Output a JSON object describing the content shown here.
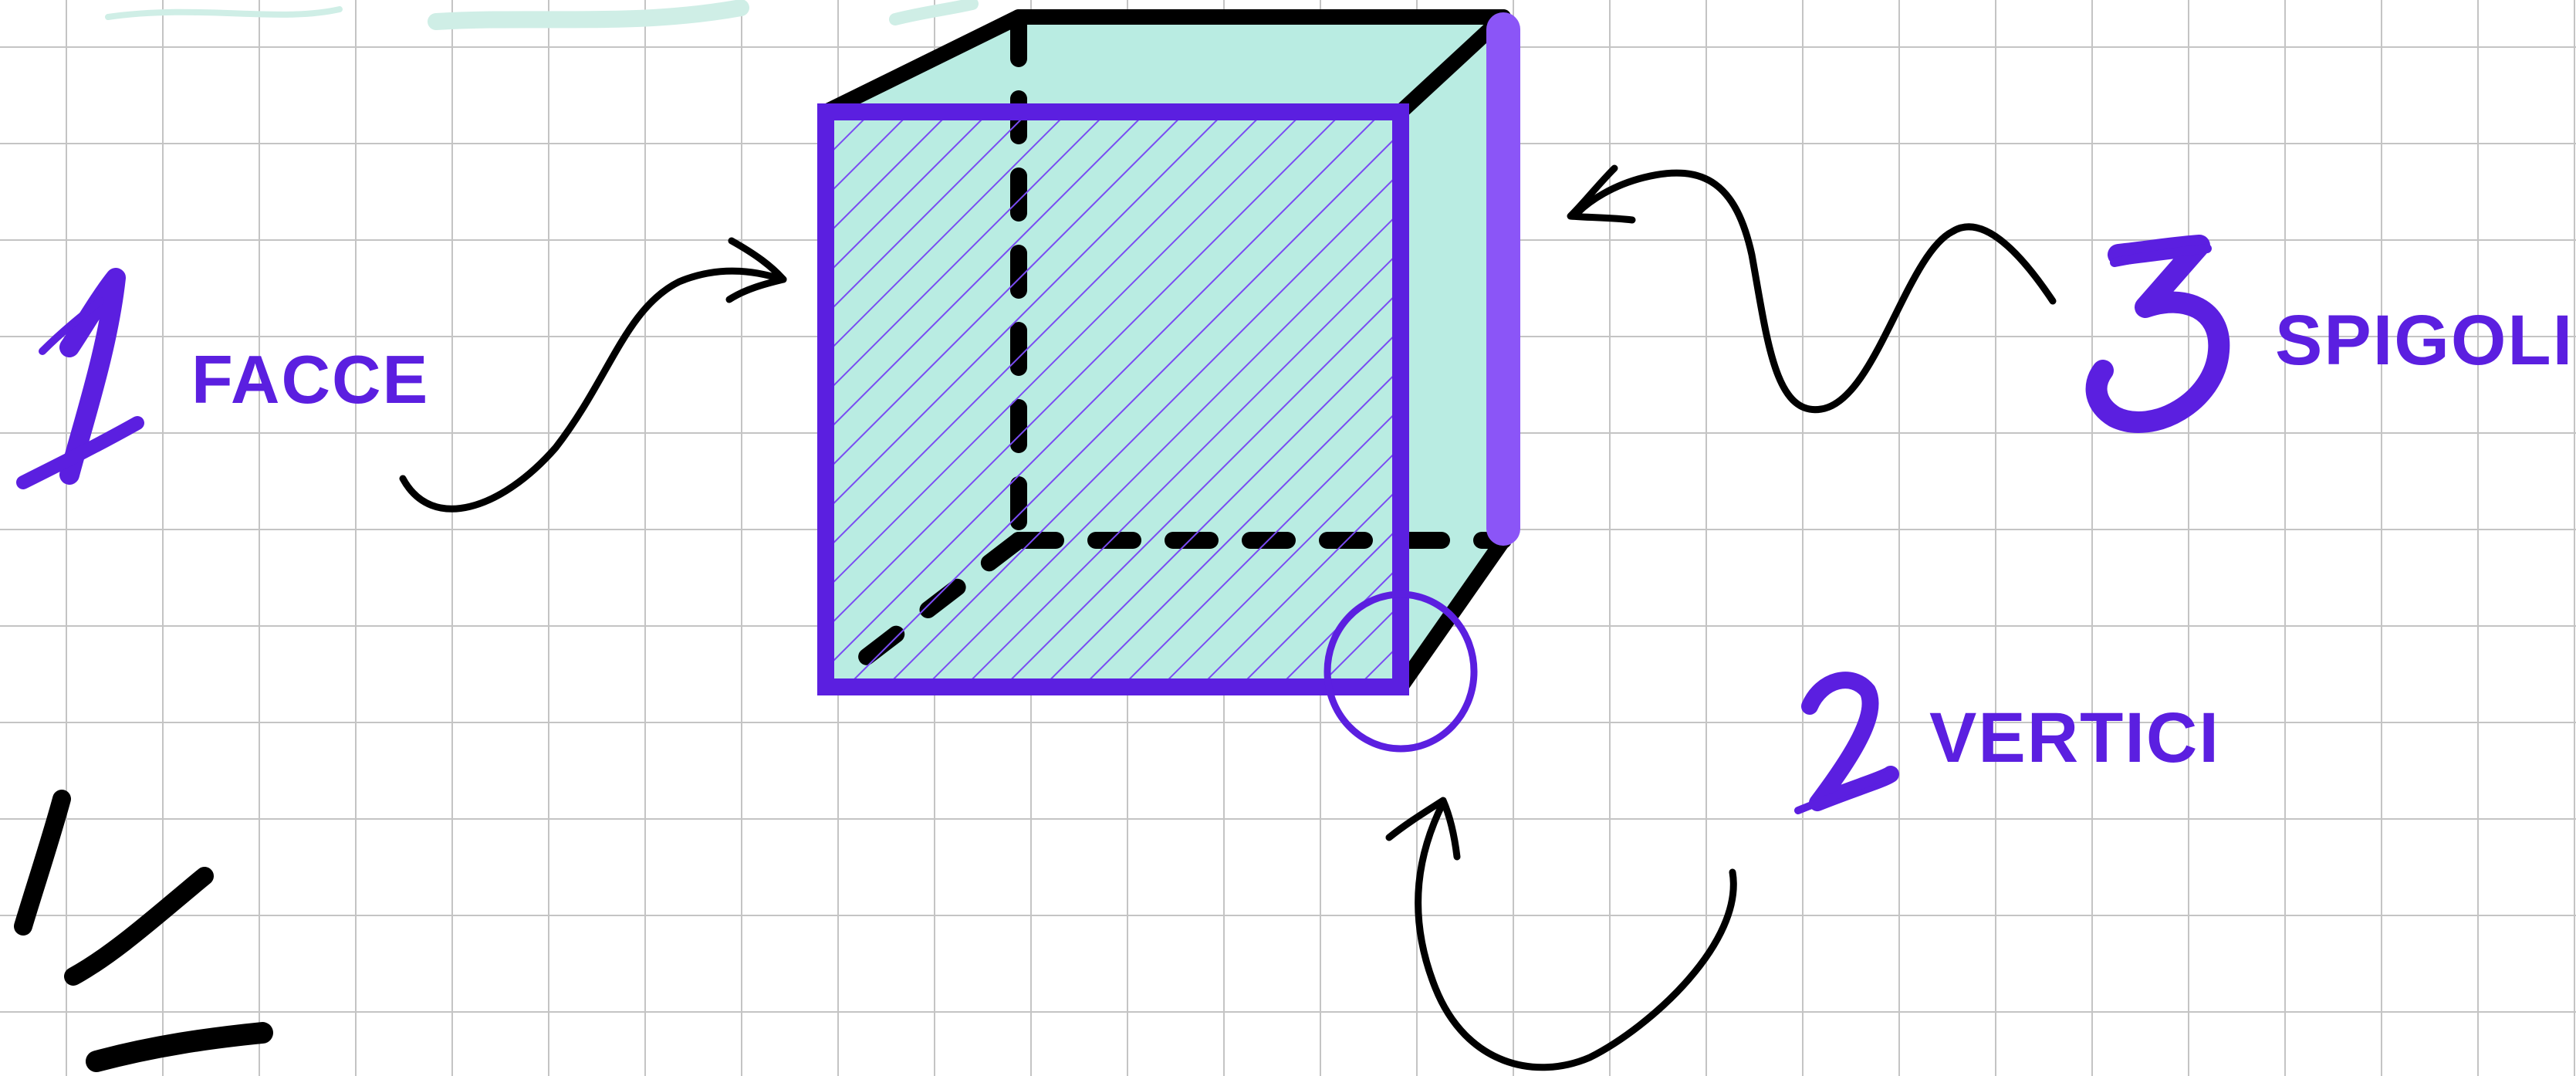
{
  "labels": {
    "facce": {
      "number": "1",
      "text": "FACCE"
    },
    "vertici": {
      "number": "2",
      "text": "VERTICI"
    },
    "spigoli": {
      "number": "3",
      "text": "SPIGOLI"
    }
  },
  "colors": {
    "accent": "#5b1fe0",
    "edge_highlight": "#8b55f7",
    "cube_fill": "#b9ece2",
    "outline": "#000000",
    "grid": "#c4c4c4",
    "brush_mint": "#cfeee6"
  }
}
